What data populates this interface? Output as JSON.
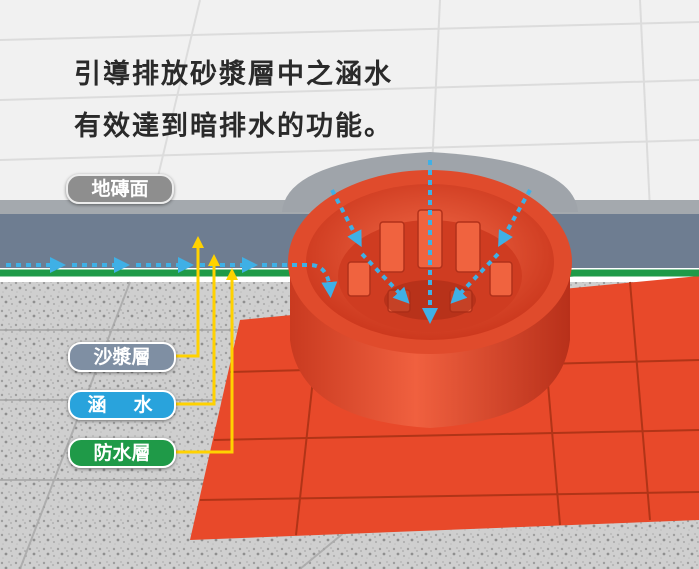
{
  "headline": {
    "line1": "引導排放砂漿層中之涵水",
    "line2": "有效達到暗排水的功能。"
  },
  "labels": {
    "tile_surface": "地磚面",
    "mortar_layer": "沙漿層",
    "seep_water": "涵　水",
    "waterproof_layer": "防水層"
  },
  "colors": {
    "drain_orange": "#e8492a",
    "waterproof_green": "#1f9a48",
    "water_arrow_blue": "#3fb0e6",
    "leader_yellow": "#ffd200",
    "mortar_slate": "#6e7d91",
    "tile_gray": "#9a9ea3"
  }
}
